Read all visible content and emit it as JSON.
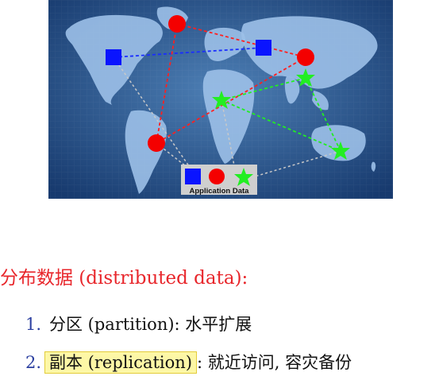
{
  "figure": {
    "box_label": "Application Data",
    "colors": {
      "ocean_dark": "#173a6e",
      "ocean_light": "#4d7fb5",
      "land": "#9cc0e8",
      "blue_marker": "#0a14ff",
      "red_marker": "#f40000",
      "green_marker": "#22ee22",
      "link_blue": "#1a2dff",
      "link_red": "#ff2020",
      "link_green": "#22ee22",
      "link_gray": "#c9c9c9",
      "box_bg": "#cfcfcf"
    }
  },
  "heading": {
    "text": "分布数据 (distributed data):",
    "color": "#e8262b"
  },
  "items": [
    {
      "number": "1.",
      "text": "分区 (partition)",
      "suffix": ": 水平扩展"
    },
    {
      "number": "2.",
      "text": "副本 (replication)",
      "suffix": ": 就近访问, 容灾备份"
    }
  ]
}
